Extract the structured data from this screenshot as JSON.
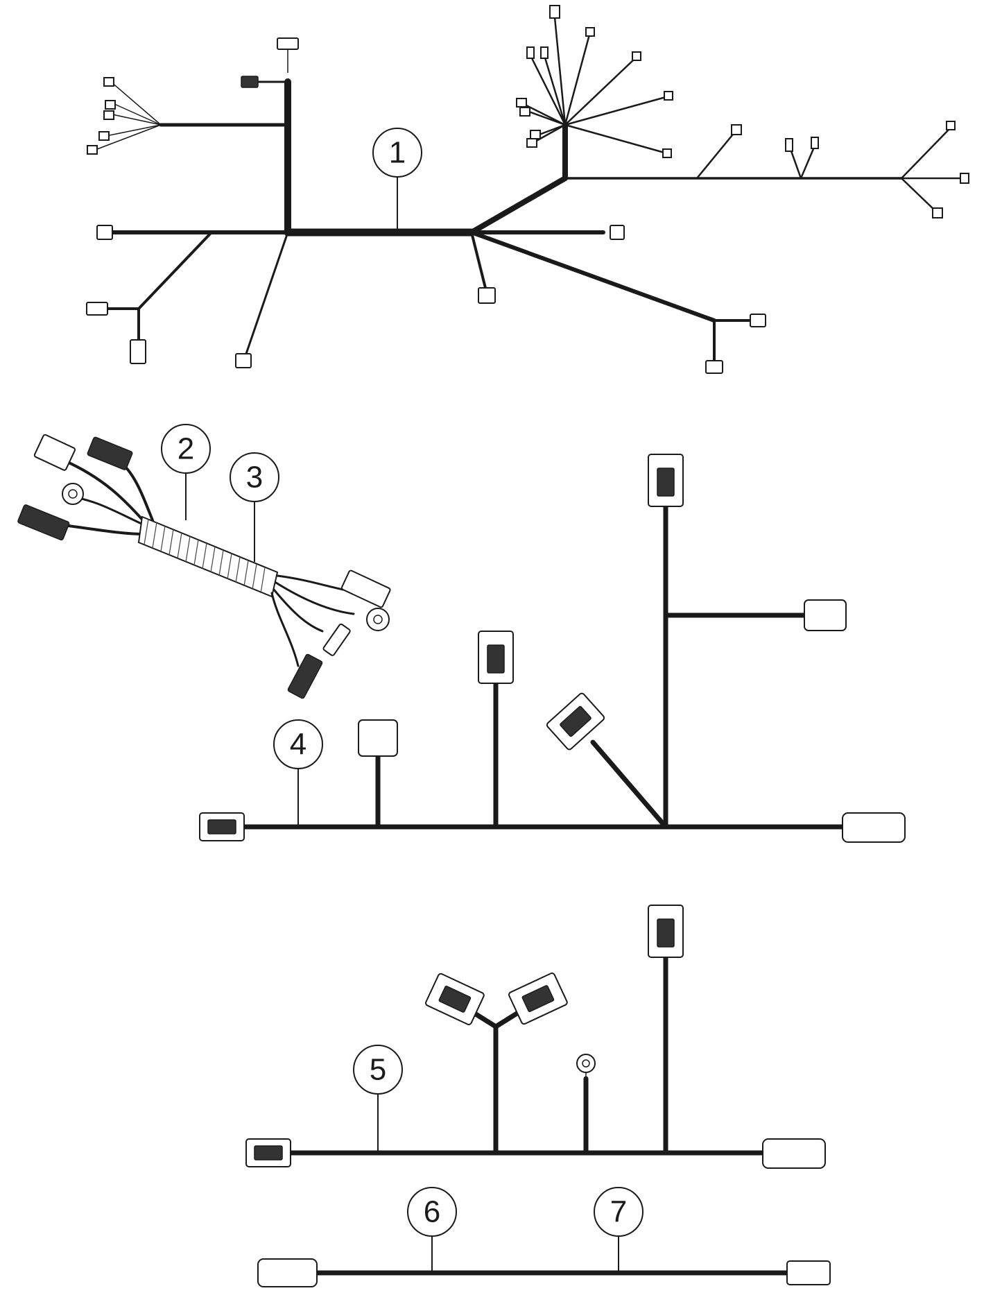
{
  "callouts": [
    {
      "id": "1",
      "label": "1"
    },
    {
      "id": "2",
      "label": "2"
    },
    {
      "id": "3",
      "label": "3"
    },
    {
      "id": "4",
      "label": "4"
    },
    {
      "id": "5",
      "label": "5"
    },
    {
      "id": "6",
      "label": "6"
    },
    {
      "id": "7",
      "label": "7"
    }
  ],
  "colors": {
    "wire": "#1a1a1a",
    "background": "#ffffff"
  }
}
